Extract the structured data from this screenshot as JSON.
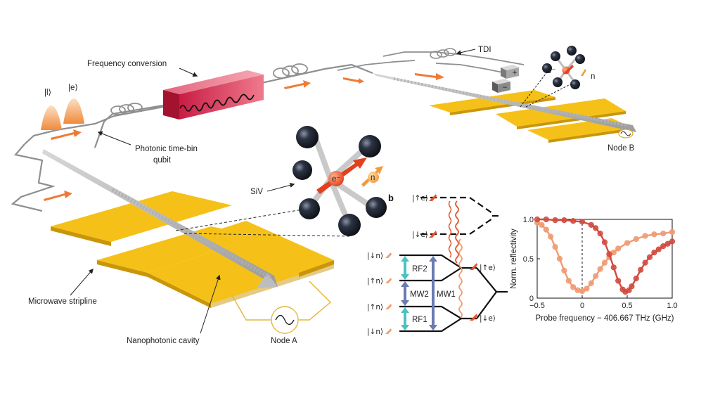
{
  "panel_a": {
    "labels": {
      "tdi": "TDI",
      "frequency_conversion": "Frequency conversion",
      "ket_l": "|l⟩",
      "ket_e": "|e⟩",
      "photonic_qubit_line1": "Photonic time-bin",
      "photonic_qubit_line2": "qubit",
      "siv": "SiV",
      "microwave_stripline": "Microwave stripline",
      "nanophotonic_cavity": "Nanophotonic cavity",
      "node_a": "Node A",
      "node_b": "Node B",
      "electron": "e⁻",
      "nucleus": "n",
      "plus": "+",
      "minus": "−"
    },
    "colors": {
      "gold": "#f5c118",
      "fiber": "#8f8f8f",
      "arrow": "#f07a34",
      "atom": "#1a1f2c",
      "crystal": "#e8e8e8",
      "converter": "#d8325c"
    }
  },
  "panel_b": {
    "letter": "b",
    "levels": {
      "up_e_top": "|↑e⟩",
      "down_e_top": "|↓e⟩",
      "down_n_1": "|↓n⟩",
      "up_n_1": "|↑n⟩",
      "up_n_2": "|↑n⟩",
      "down_n_2": "|↓n⟩",
      "up_e_right": "|↑e⟩",
      "down_e_right": "|↓e⟩"
    },
    "transitions": {
      "rf2": "RF2",
      "mw2": "MW2",
      "mw1": "MW1",
      "rf1": "RF1"
    },
    "colors": {
      "rf": "#4bc2c2",
      "mw": "#6b7bb0",
      "wave": "#e0572c"
    }
  },
  "chart_data": {
    "type": "scatter",
    "xlabel": "Probe frequency − 406.667 THz (GHz)",
    "ylabel": "Norm. reflectivity",
    "xlim": [
      -0.5,
      1.0
    ],
    "ylim": [
      0,
      1.0
    ],
    "xticks": [
      -0.5,
      0,
      0.5,
      1.0
    ],
    "xtick_labels": [
      "−0.5",
      "0",
      "0.5",
      "1.0"
    ],
    "yticks": [
      0,
      0.5,
      1.0
    ],
    "ytick_labels": [
      "0",
      "0.5",
      "1.0"
    ],
    "vline_x": 0,
    "series": [
      {
        "color": "#f09a72",
        "x": [
          -0.5,
          -0.45,
          -0.4,
          -0.35,
          -0.3,
          -0.25,
          -0.2,
          -0.15,
          -0.1,
          -0.05,
          0.0,
          0.05,
          0.1,
          0.15,
          0.2,
          0.25,
          0.3,
          0.35,
          0.4,
          0.5,
          0.6,
          0.7,
          0.8,
          0.9,
          1.0
        ],
        "y": [
          0.96,
          0.93,
          0.87,
          0.78,
          0.65,
          0.5,
          0.35,
          0.22,
          0.14,
          0.1,
          0.09,
          0.12,
          0.19,
          0.28,
          0.37,
          0.45,
          0.52,
          0.58,
          0.63,
          0.7,
          0.75,
          0.79,
          0.81,
          0.82,
          0.84
        ]
      },
      {
        "color": "#d24a3f",
        "x": [
          -0.5,
          -0.4,
          -0.3,
          -0.2,
          -0.1,
          0.0,
          0.1,
          0.15,
          0.2,
          0.25,
          0.3,
          0.35,
          0.4,
          0.45,
          0.48,
          0.52,
          0.55,
          0.6,
          0.65,
          0.7,
          0.75,
          0.8,
          0.85,
          0.9,
          0.95,
          1.0
        ],
        "y": [
          1.0,
          1.0,
          0.99,
          0.99,
          0.98,
          0.97,
          0.93,
          0.89,
          0.82,
          0.71,
          0.56,
          0.39,
          0.22,
          0.11,
          0.08,
          0.1,
          0.15,
          0.25,
          0.36,
          0.45,
          0.52,
          0.58,
          0.62,
          0.66,
          0.69,
          0.72
        ]
      }
    ]
  }
}
